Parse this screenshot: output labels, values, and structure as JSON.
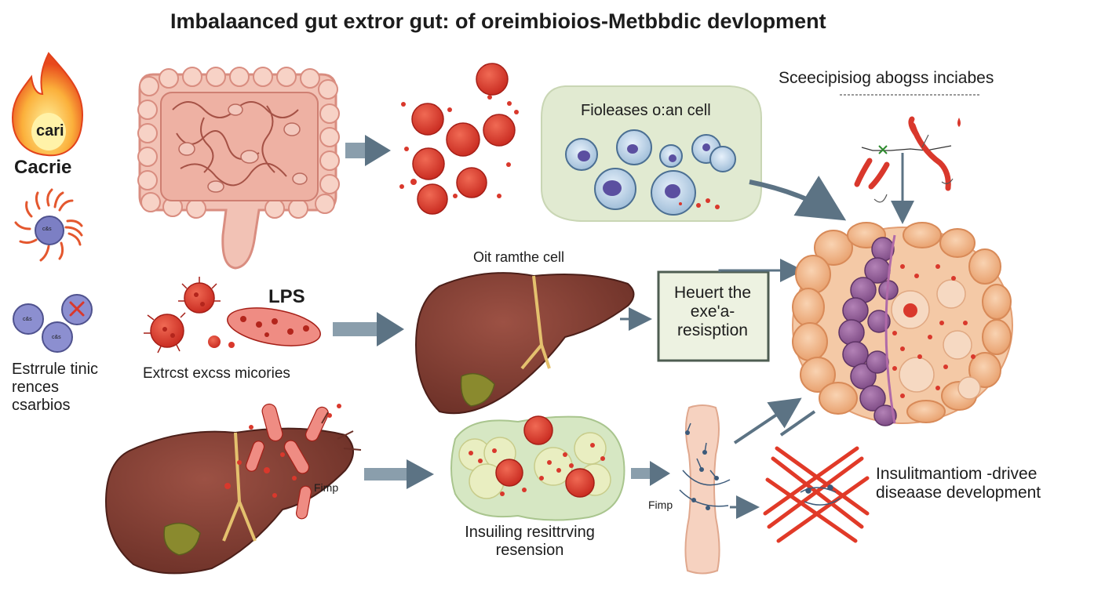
{
  "title": "Imbalaanced gut extror gut: of oreimbioios-Metbbdic devlopment",
  "side_title": "Sceecipisiog abogss inciabes",
  "heat_icon_text": "cari",
  "heat_label": "Cacrie",
  "cytokine_label": "c&s",
  "molecule_labels": [
    "c&s",
    "c&s"
  ],
  "left_label": "Estrrule tinic rences csarbios",
  "lps_label": "LPS",
  "microbe_label": "Extrcst excss micories",
  "fat_cell_label": "Fioleases o:an cell",
  "liver_cell_label": "Oit ramthe cell",
  "box_label": "Heuert the exe'a-resisption",
  "fimp_labels": [
    "Fimp",
    "Fimp"
  ],
  "insulin_label": "Insuiling resittrving resension",
  "disease_label": "Insulitmantiom -drivee diseaase development",
  "colors": {
    "arrow": "#5c7384",
    "liver": "#7a3a2f",
    "gut": "#f2c2b5",
    "bacteria": "#d9382c",
    "fat_panel": "#e1ead1",
    "box_fill": "#edf2e1",
    "box_border": "#4e5d52",
    "adipose": "#f1b487",
    "purple_cells": "#8f5a94",
    "cross": "#e13a28"
  }
}
